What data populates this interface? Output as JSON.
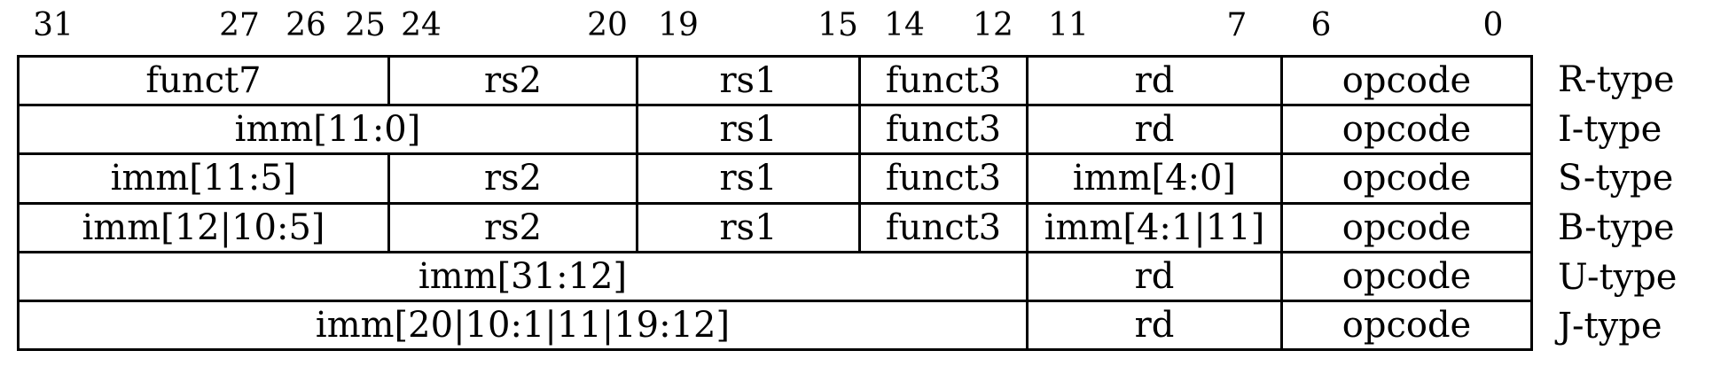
{
  "colors": {
    "background": "#ffffff",
    "line": "#000000",
    "text": "#000000"
  },
  "header": {
    "bit_labels": [
      "31",
      "27",
      "26",
      "25",
      "24",
      "20",
      "19",
      "15",
      "14",
      "12",
      "11",
      "7",
      "6",
      "0"
    ]
  },
  "rows": [
    {
      "type": "R-type",
      "cells": [
        "funct7",
        "rs2",
        "rs1",
        "funct3",
        "rd",
        "opcode"
      ]
    },
    {
      "type": "I-type",
      "cells": [
        "imm[11:0]",
        "rs1",
        "funct3",
        "rd",
        "opcode"
      ]
    },
    {
      "type": "S-type",
      "cells": [
        "imm[11:5]",
        "rs2",
        "rs1",
        "funct3",
        "imm[4:0]",
        "opcode"
      ]
    },
    {
      "type": "B-type",
      "cells": [
        "imm[12|10:5]",
        "rs2",
        "rs1",
        "funct3",
        "imm[4:1|11]",
        "opcode"
      ]
    },
    {
      "type": "U-type",
      "cells": [
        "imm[31:12]",
        "rd",
        "opcode"
      ]
    },
    {
      "type": "J-type",
      "cells": [
        "imm[20|10:1|11|19:12]",
        "rd",
        "opcode"
      ]
    }
  ]
}
